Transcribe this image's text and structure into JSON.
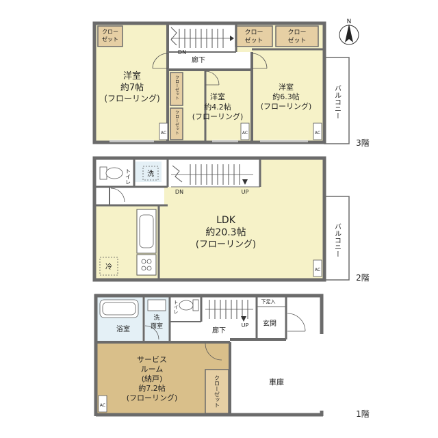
{
  "compass": {
    "letter": "N"
  },
  "floor3": {
    "label": "3階",
    "closets": [
      "クロー",
      "ゼット"
    ],
    "closet_a": [
      "クロー",
      "ゼット"
    ],
    "closet_b": [
      "クロー",
      "ゼット"
    ],
    "small_closet_v1": "クローゼット",
    "small_closet_v2": "クローゼット",
    "corridor": "廊下",
    "dn": "DN",
    "room_west": [
      "洋室",
      "約7帖",
      "(フローリング)"
    ],
    "room_mid": [
      "洋室",
      "約4.2帖",
      "(フローリング)"
    ],
    "room_east": [
      "洋室",
      "約6.3帖",
      "(フローリング)"
    ],
    "balcony": "バルコニー",
    "ac": [
      "AC",
      "AC",
      "AC"
    ]
  },
  "floor2": {
    "label": "2階",
    "toilet": "トイレ",
    "washer": "洗",
    "dn": "DN",
    "up": "UP",
    "ldk": [
      "LDK",
      "約20.3帖",
      "(フローリング)"
    ],
    "fridge": "冷",
    "balcony": "バルコニー",
    "ac": "AC"
  },
  "floor1": {
    "label": "1階",
    "bath": "浴室",
    "wash": [
      "洗",
      "面室"
    ],
    "toilet": "トイレ",
    "corridor": "廊下",
    "up": "UP",
    "shoe": "下足入",
    "entrance": "玄関",
    "service": [
      "サービス",
      "ルーム",
      "(納戸)",
      "約7.2帖",
      "(フローリング)"
    ],
    "closet": "クローゼット",
    "garage": "車庫",
    "ac": "AC"
  },
  "colors": {
    "wall": "#6b6b6b",
    "room": "#f6f2c8",
    "closet": "#e6cfa4",
    "service": "#d9bf8a",
    "wet": "#e4f0f6",
    "floor": "#ffffff"
  }
}
